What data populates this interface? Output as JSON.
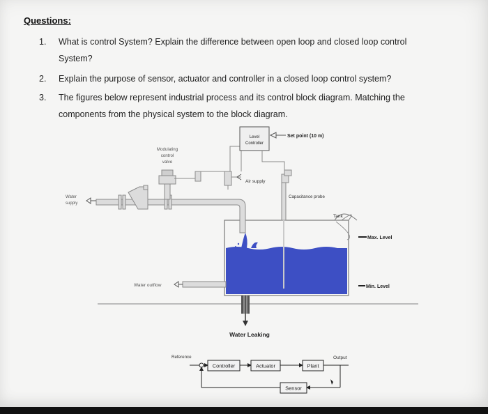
{
  "heading": "Questions:",
  "questions": [
    {
      "number": "1.",
      "line1": "What is control System? Explain the difference between open loop and closed loop control",
      "line2": "System?"
    },
    {
      "number": "2.",
      "line1": "Explain the purpose of sensor, actuator and controller in a closed loop control system?"
    },
    {
      "number": "3.",
      "line1": "The figures below represent industrial process and its control block diagram. Matching the",
      "line2": "components from the physical system to the block diagram."
    }
  ],
  "process": {
    "level_controller_line1": "Level",
    "level_controller_line2": "Controller",
    "set_point": "Set point (10 m)",
    "valve_line1": "Modulating",
    "valve_line2": "control",
    "valve_line3": "valve",
    "air_supply": "Air supply",
    "water_supply_line1": "Water",
    "water_supply_line2": "supply",
    "capacitance_probe": "Capacitance probe",
    "tank": "Tank",
    "max_level": "Max. Level",
    "min_level": "Min. Level",
    "water_outflow": "Water outflow",
    "water_leaking": "Water Leaking"
  },
  "block_diagram": {
    "reference": "Reference",
    "controller": "Controller",
    "actuator": "Actuator",
    "plant": "Plant",
    "output": "Output",
    "sensor": "Sensor"
  },
  "colors": {
    "water": "#3d4fc4",
    "pipe": "#d8d8d8",
    "pipe_stroke": "#8a8a8a",
    "text": "#222222"
  }
}
